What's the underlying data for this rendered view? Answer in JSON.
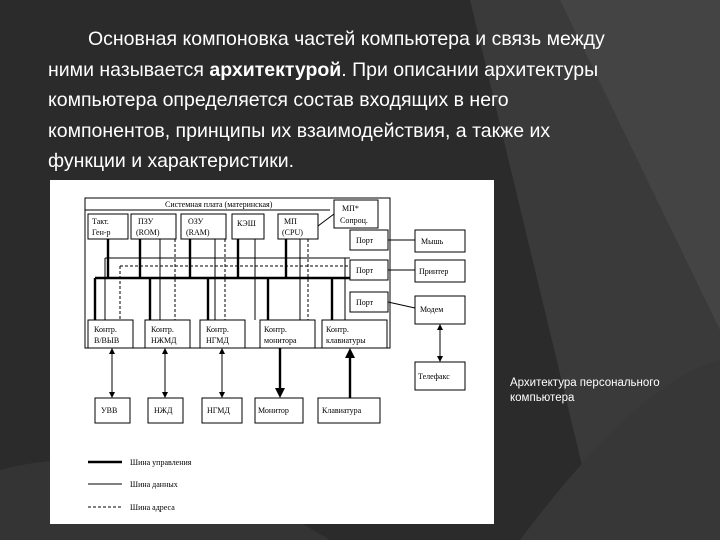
{
  "slide": {
    "line1": "Основная компоновка частей компьютера и связь между",
    "line2_pre": "ними называется ",
    "line2_bold": "архитектурой",
    "line2_post": ". При описании архитектуры",
    "line3": "компьютера определяется состав входящих в него",
    "line4": "компонентов, принципы их взаимодействия, а также их",
    "line5": "функции и характеристики."
  },
  "diagram": {
    "board_title": "Системная плата (материнская)",
    "mp_coproc": [
      "МП*",
      "Сопроц."
    ],
    "top_blocks": [
      {
        "l1": "Такт.",
        "l2": "Ген-р"
      },
      {
        "l1": "ПЗУ",
        "l2": "(ROM)"
      },
      {
        "l1": "ОЗУ",
        "l2": "(RAM)"
      },
      {
        "l1": "КЭШ",
        "l2": ""
      },
      {
        "l1": "МП",
        "l2": "(CPU)"
      }
    ],
    "ports": [
      "Порт",
      "Порт",
      "Порт"
    ],
    "devices_right": [
      "Мышь",
      "Принтер",
      "Модем",
      "Телефакс"
    ],
    "controllers": [
      {
        "l1": "Контр.",
        "l2": "В/ВЫВ"
      },
      {
        "l1": "Контр.",
        "l2": "НЖМД"
      },
      {
        "l1": "Контр.",
        "l2": "НГМД"
      },
      {
        "l1": "Контр.",
        "l2": "монитора"
      },
      {
        "l1": "Контр.",
        "l2": "клавиатуры"
      }
    ],
    "devices_bottom": [
      "УВВ",
      "НЖД",
      "НГМД",
      "Монитор",
      "Клавиатура"
    ],
    "legend": [
      "Шина управления",
      "Шина данных",
      "Шина адреса"
    ]
  },
  "caption": "Архитектура персонального компьютера"
}
